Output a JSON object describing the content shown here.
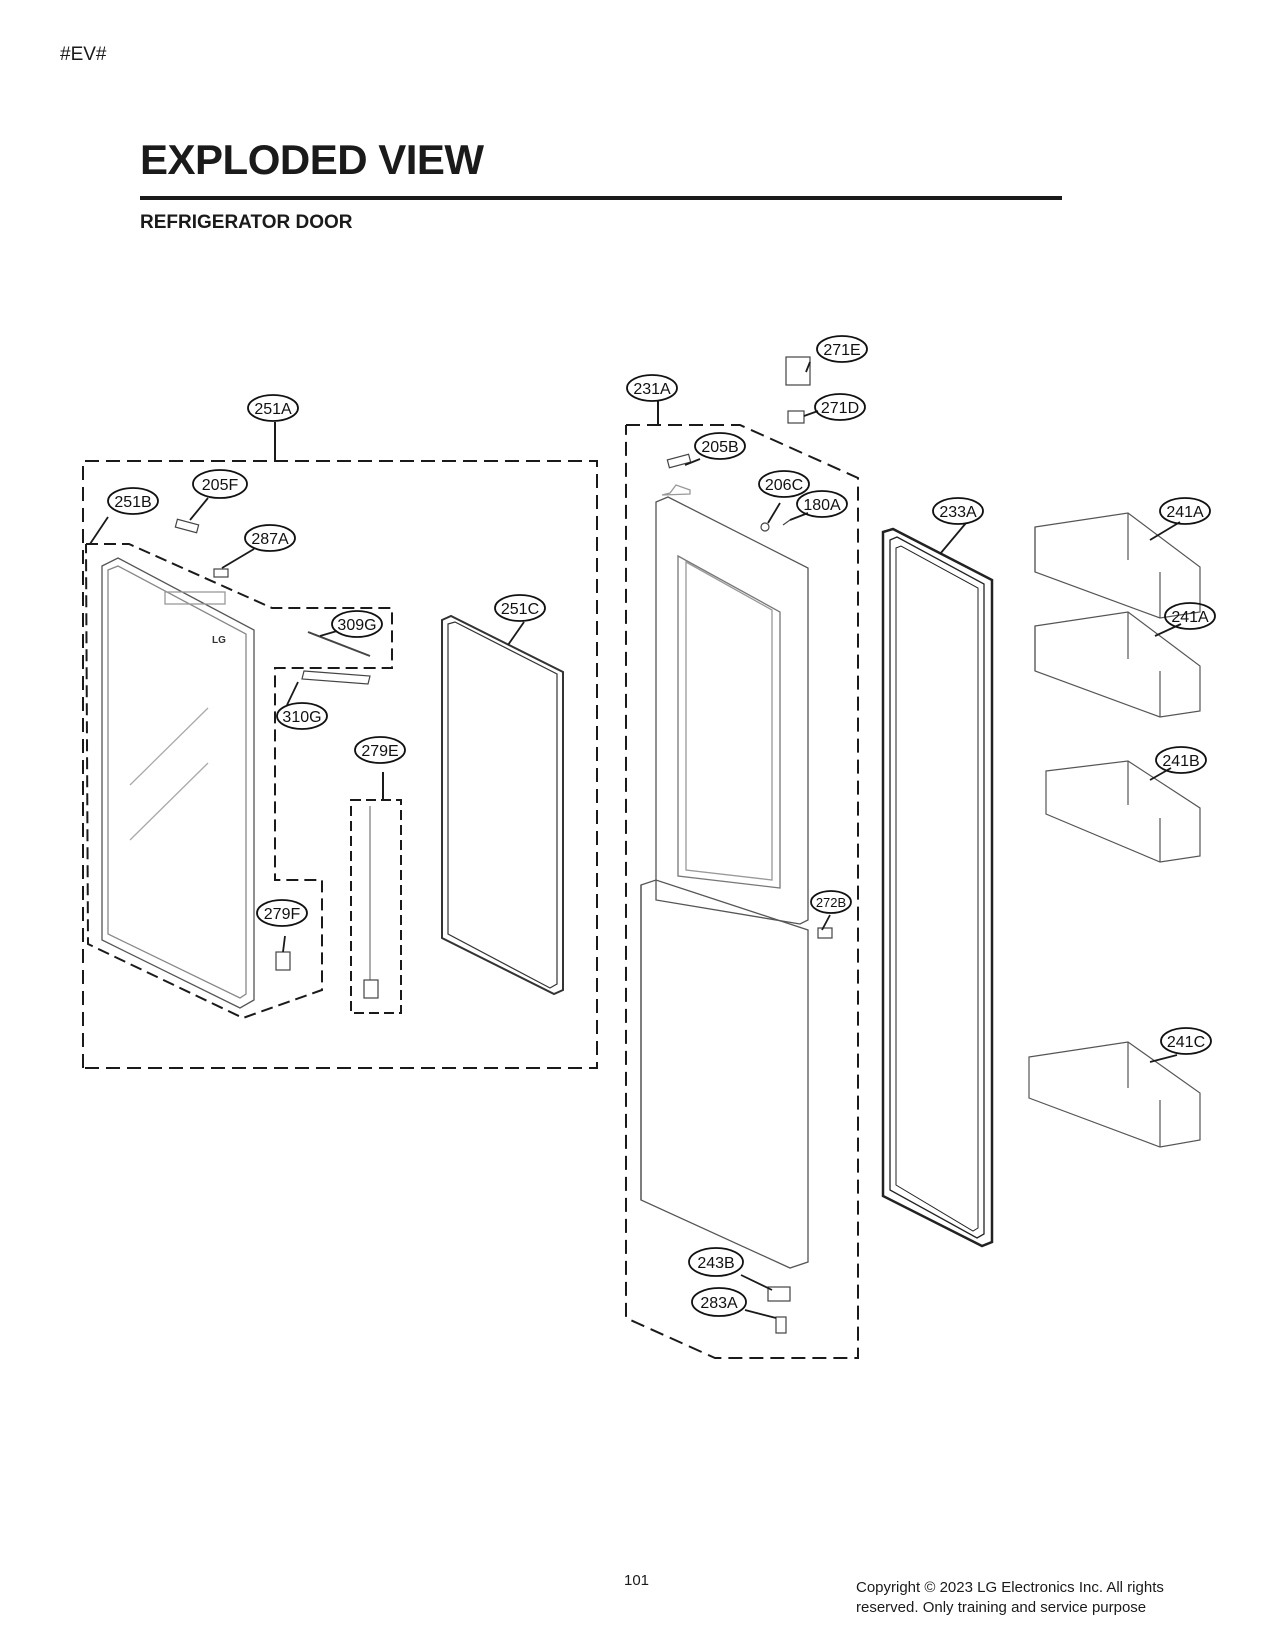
{
  "header": {
    "doc_tag": "#EV#",
    "title": "EXPLODED VIEW",
    "section": "REFRIGERATOR DOOR"
  },
  "diagram": {
    "parts": [
      "251A",
      "251B",
      "205F",
      "287A",
      "309G",
      "310G",
      "251C",
      "279E",
      "279F",
      "231A",
      "271E",
      "271D",
      "205B",
      "206C",
      "180A",
      "233A",
      "241A",
      "241A",
      "241B",
      "241C",
      "272B",
      "243B",
      "283A"
    ],
    "logo_text": "LG"
  },
  "footer": {
    "page_number": "101",
    "copyright_line1": "Copyright © 2023 LG Electronics Inc. All rights",
    "copyright_line2": "reserved. Only training and service purpose"
  }
}
